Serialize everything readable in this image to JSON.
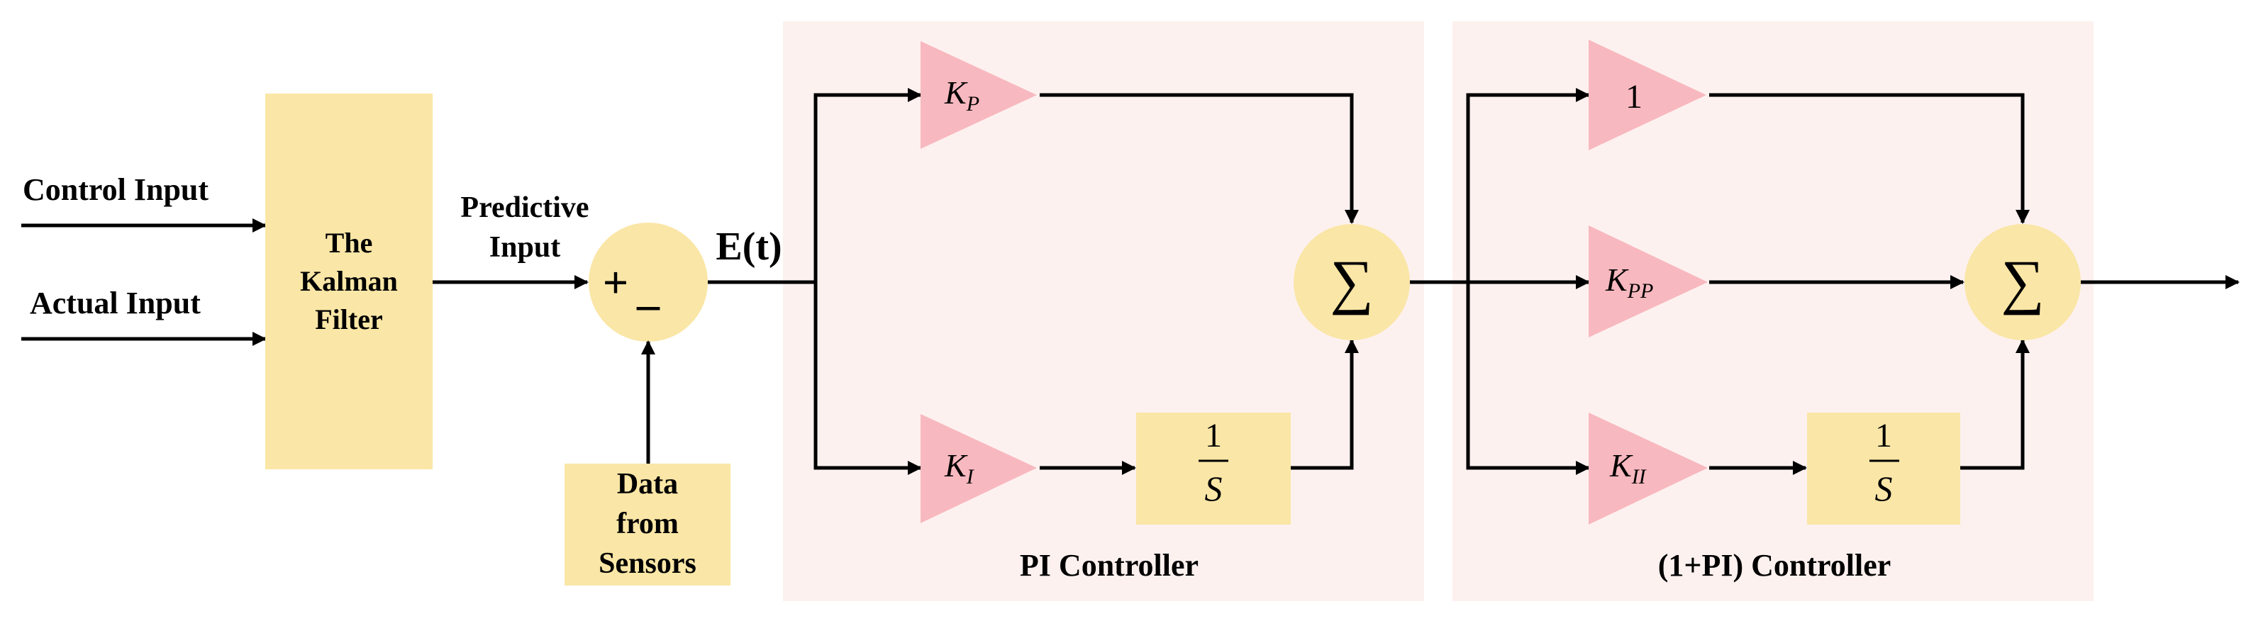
{
  "inputs": {
    "control": "Control Input",
    "actual": "Actual Input"
  },
  "kalman": {
    "line1": "The",
    "line2": "Kalman",
    "line3": "Filter"
  },
  "predictive": {
    "line1": "Predictive",
    "line2": "Input"
  },
  "summing_junction": {
    "plus": "+",
    "minus": "–"
  },
  "sensors": {
    "line1": "Data",
    "line2": "from",
    "line3": "Sensors"
  },
  "error_signal": "E(t)",
  "pi_controller": {
    "title": "PI Controller",
    "kp": {
      "main": "K",
      "sub": "P"
    },
    "ki": {
      "main": "K",
      "sub": "I"
    },
    "integrator": {
      "num": "1",
      "den": "S"
    },
    "sum": "∑"
  },
  "one_pi_controller": {
    "title": "(1+PI) Controller",
    "unity": "1",
    "kpp": {
      "main": "K",
      "sub": "PP"
    },
    "kii": {
      "main": "K",
      "sub": "II"
    },
    "integrator": {
      "num": "1",
      "den": "S"
    },
    "sum": "∑"
  },
  "colors": {
    "block_fill": "#fae6a6",
    "gain_fill": "#f8b8bf",
    "panel_fill": "#fdf1ef",
    "line": "#000000"
  }
}
